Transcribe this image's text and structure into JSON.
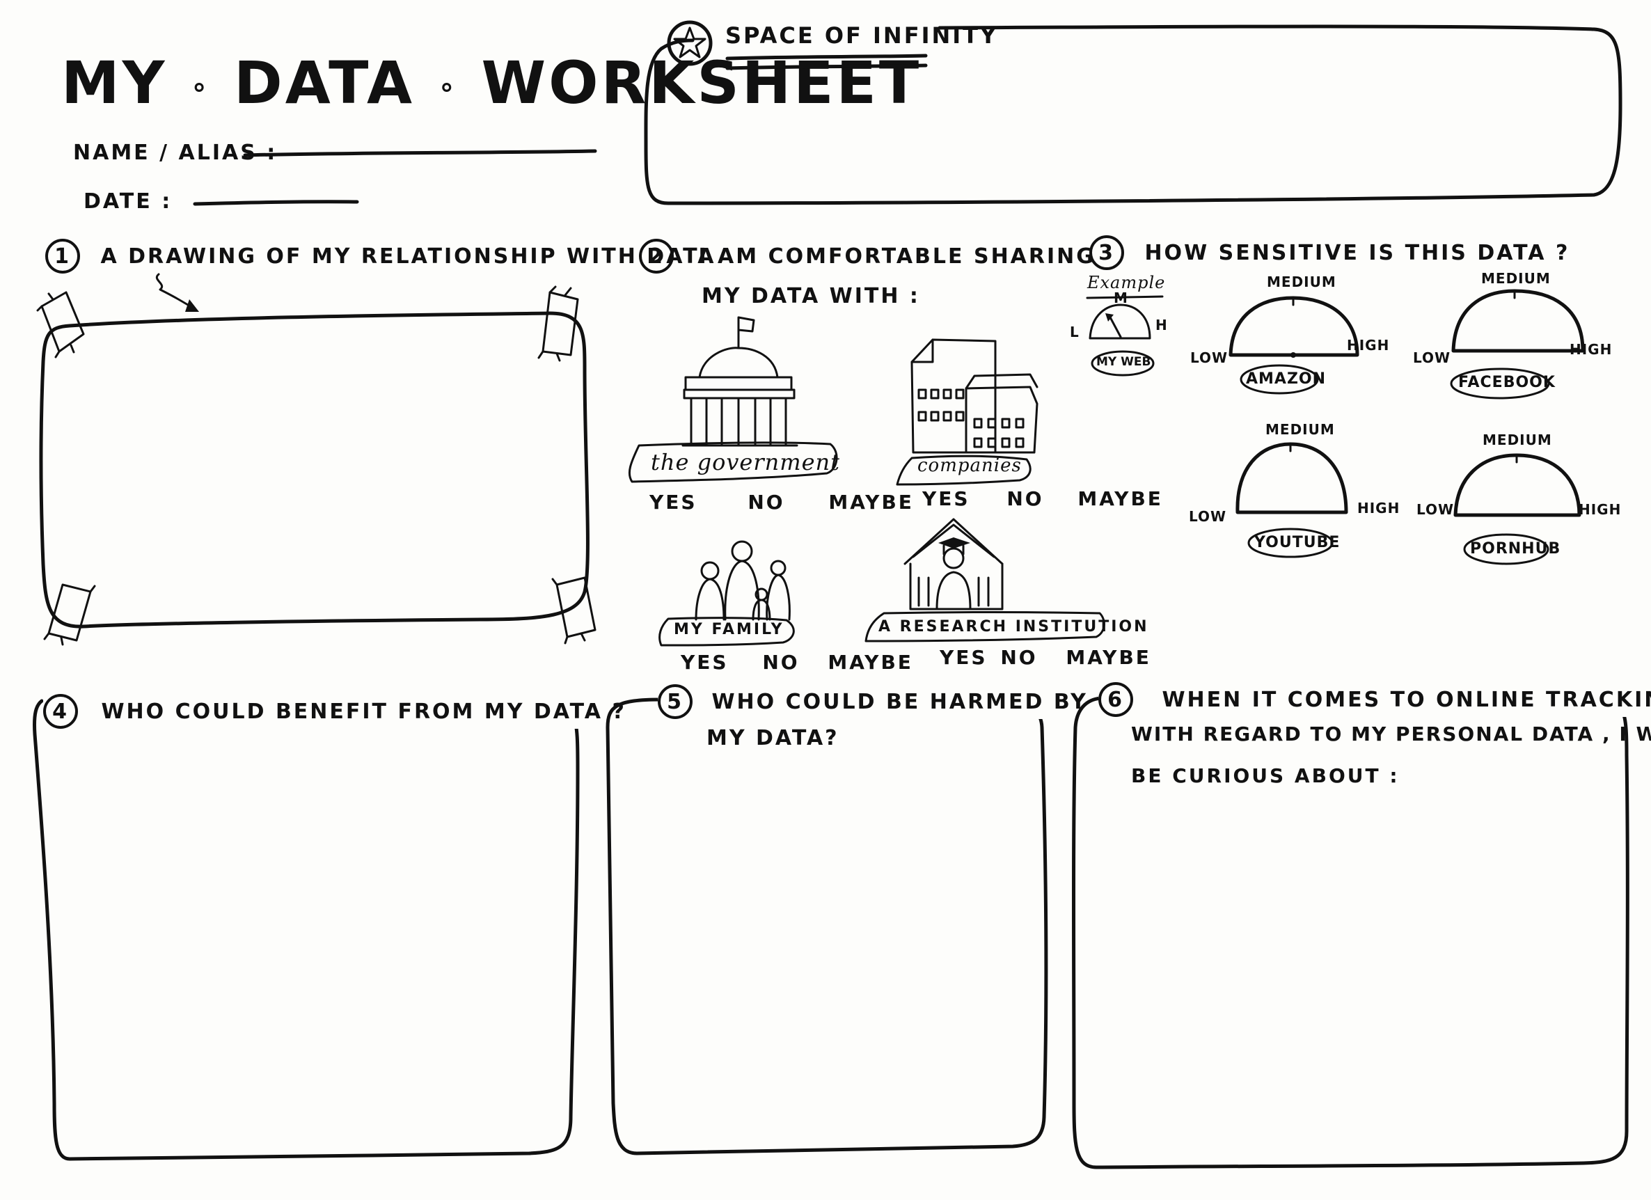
{
  "header": {
    "title_part1": "MY",
    "title_part2": "DATA",
    "title_part3": "WORKSHEET",
    "name_label": "NAME / ALIAS :",
    "date_label": "DATE :"
  },
  "infinity": {
    "title": "SPACE OF INFINITY"
  },
  "q1": {
    "number": "1",
    "text": "A DRAWING OF MY RELATIONSHIP WITH DATA"
  },
  "q2": {
    "number": "2",
    "text_line1": "I AM COMFORTABLE SHARING",
    "text_line2": "MY DATA WITH :",
    "options": [
      {
        "label": "the government",
        "yes": "YES",
        "no": "NO",
        "maybe": "MAYBE"
      },
      {
        "label": "companies",
        "yes": "YES",
        "no": "NO",
        "maybe": "MAYBE"
      },
      {
        "label": "MY FAMILY",
        "yes": "YES",
        "no": "NO",
        "maybe": "MAYBE"
      },
      {
        "label": "A RESEARCH INSTITUTION",
        "yes": "YES",
        "no": "NO",
        "maybe": "MAYBE"
      }
    ]
  },
  "q3": {
    "number": "3",
    "text": "HOW SENSITIVE IS THIS DATA ?",
    "example": {
      "title": "Example",
      "low": "L",
      "mid": "M",
      "high": "H",
      "name": "MY WEB"
    },
    "gauges": [
      {
        "name": "AMAZON",
        "low": "LOW",
        "medium": "MEDIUM",
        "high": "HIGH"
      },
      {
        "name": "FACEBOOK",
        "low": "LOW",
        "medium": "MEDIUM",
        "high": "HIGH"
      },
      {
        "name": "YOUTUBE",
        "low": "LOW",
        "medium": "MEDIUM",
        "high": "HIGH"
      },
      {
        "name": "PORNHUB",
        "low": "LOW",
        "medium": "MEDIUM",
        "high": "HIGH"
      }
    ]
  },
  "q4": {
    "number": "4",
    "text": "WHO COULD BENEFIT FROM MY DATA ?"
  },
  "q5": {
    "number": "5",
    "text_line1": "WHO COULD BE HARMED BY",
    "text_line2": "MY DATA?"
  },
  "q6": {
    "number": "6",
    "text_line1": "WHEN IT COMES TO ONLINE TRACKING",
    "text_line2": "WITH REGARD TO MY PERSONAL DATA , I WOULD",
    "text_line3": "BE CURIOUS ABOUT :"
  }
}
